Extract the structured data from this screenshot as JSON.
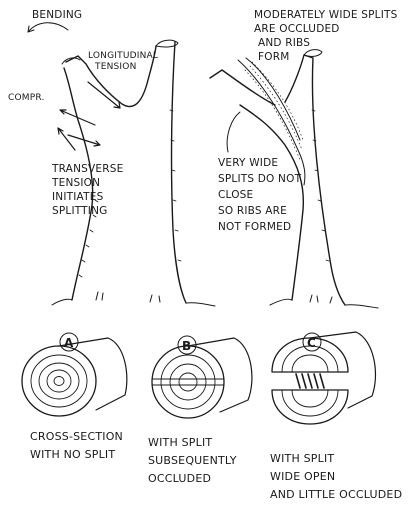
{
  "labels": {
    "bending": "BENDING",
    "longitudinal_1": "LONGITUDINAL",
    "longitudinal_2": "TENSION",
    "compr": "COMPR.",
    "transverse_1": "TRANSVERSE",
    "transverse_2": "TENSION",
    "transverse_3": "INITIATES",
    "transverse_4": "SPLITTING",
    "moderate_1": "MODERATELY WIDE SPLITS",
    "moderate_2": "ARE OCCLUDED",
    "moderate_3": "AND RIBS",
    "moderate_4": "FORM",
    "verywide_1": "VERY WIDE",
    "verywide_2": "SPLITS DO NOT",
    "verywide_3": "CLOSE",
    "verywide_4": "SO RIBS ARE",
    "verywide_5": "NOT FORMED",
    "a_letter": "A",
    "b_letter": "B",
    "c_letter": "C",
    "a_cap_1": "CROSS-SECTION",
    "a_cap_2": "WITH NO SPLIT",
    "b_cap_1": "WITH SPLIT",
    "b_cap_2": "SUBSEQUENTLY",
    "b_cap_3": "OCCLUDED",
    "c_cap_1": "WITH SPLIT",
    "c_cap_2": "WIDE OPEN",
    "c_cap_3": "AND LITTLE OCCLUDED"
  },
  "colors": {
    "ink": "#1a1a1a",
    "paper": "#ffffff"
  }
}
